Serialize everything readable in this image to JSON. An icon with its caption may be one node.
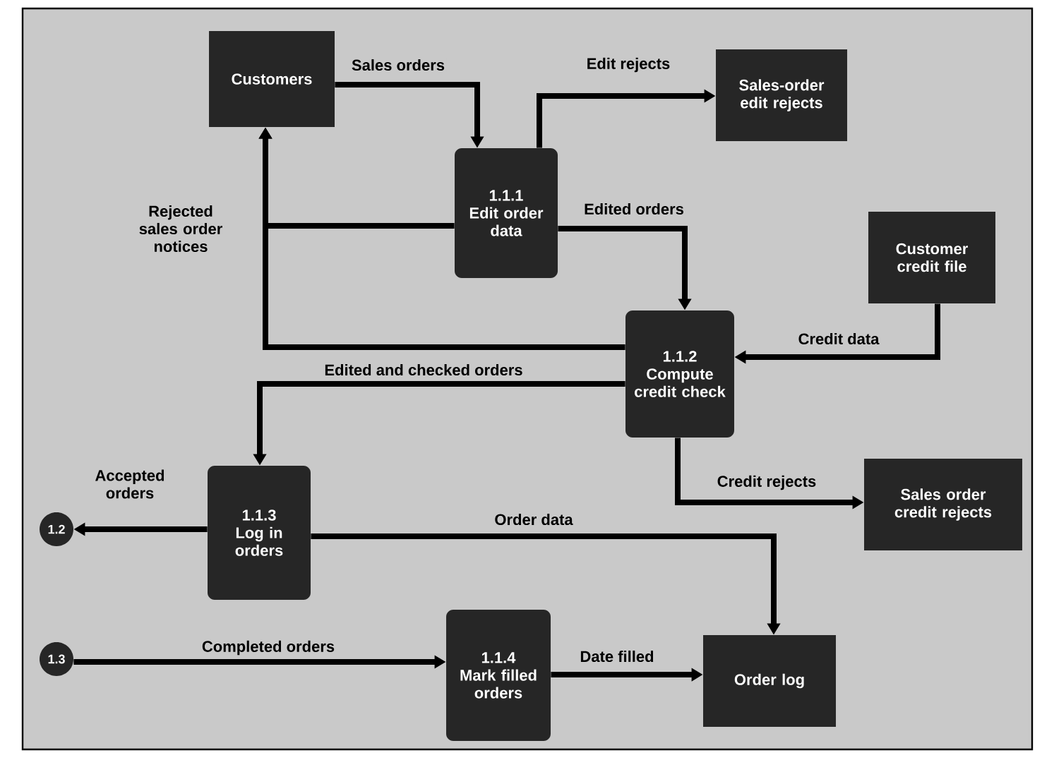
{
  "diagram": {
    "nodes": [
      {
        "text": [
          "Customers"
        ]
      },
      {
        "text": [
          "1.1.1",
          "Edit order data"
        ]
      },
      {
        "text": [
          "Sales-order edit rejects"
        ]
      },
      {
        "text": [
          "Customer credit file"
        ]
      },
      {
        "text": [
          "1.1.2",
          "Compute credit check"
        ]
      },
      {
        "text": [
          "1.1.3",
          "Log in orders"
        ]
      },
      {
        "text": [
          "Sales order credit rejects"
        ]
      },
      {
        "text": [
          "1.2"
        ]
      },
      {
        "text": [
          "1.3"
        ]
      },
      {
        "text": [
          "1.1.4",
          "Mark filled orders"
        ]
      },
      {
        "text": [
          "Order log"
        ]
      }
    ],
    "edges": [
      {
        "from": 0,
        "to": 1,
        "arrow": "to",
        "label": "Sales orders"
      },
      {
        "from": 1,
        "to": 2,
        "arrow": "to",
        "label": "Edit rejects"
      },
      {
        "from": 1,
        "to": 4,
        "arrow": "to",
        "label": "Edited orders"
      },
      {
        "from": 1,
        "to": 0,
        "arrow": "to",
        "label": "Rejected sales order notices"
      },
      {
        "from": 4,
        "to": 0,
        "arrow": "to"
      },
      {
        "from": 3,
        "to": 4,
        "arrow": "to",
        "label": "Credit data"
      },
      {
        "from": 4,
        "to": 5,
        "arrow": "to",
        "label": "Edited and checked orders"
      },
      {
        "from": 4,
        "to": 6,
        "arrow": "to",
        "label": "Credit rejects"
      },
      {
        "from": 5,
        "to": 7,
        "arrow": "to",
        "label": "Accepted orders"
      },
      {
        "from": 5,
        "to": 10,
        "arrow": "to",
        "label": "Order data"
      },
      {
        "from": 8,
        "to": 9,
        "arrow": "to",
        "label": "Completed orders"
      },
      {
        "from": 9,
        "to": 10,
        "arrow": "to",
        "label": "Date filled"
      }
    ]
  }
}
